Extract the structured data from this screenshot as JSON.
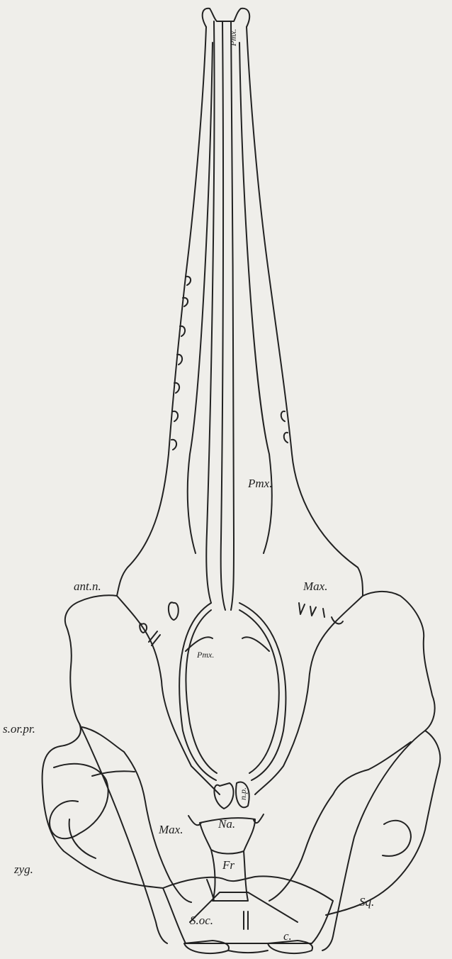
{
  "figure": {
    "labels": {
      "pmx_top": "Pmx.",
      "pmx_mid": "Pmx.",
      "pmx_inner": "Pmx.",
      "ant_n": "ant.n.",
      "max_right": "Max.",
      "max_left": "Max.",
      "s_or_pr": "s.or.pr.",
      "np": "n.p.",
      "na": "Na.",
      "fr": "Fr",
      "zyg": "zyg.",
      "sq": "Sq.",
      "s_oc": "S.oc.",
      "c": "c."
    }
  },
  "colors": {
    "ink": "#222222",
    "paper": "#efeeea",
    "bleed_text": "#cfcdc6"
  }
}
